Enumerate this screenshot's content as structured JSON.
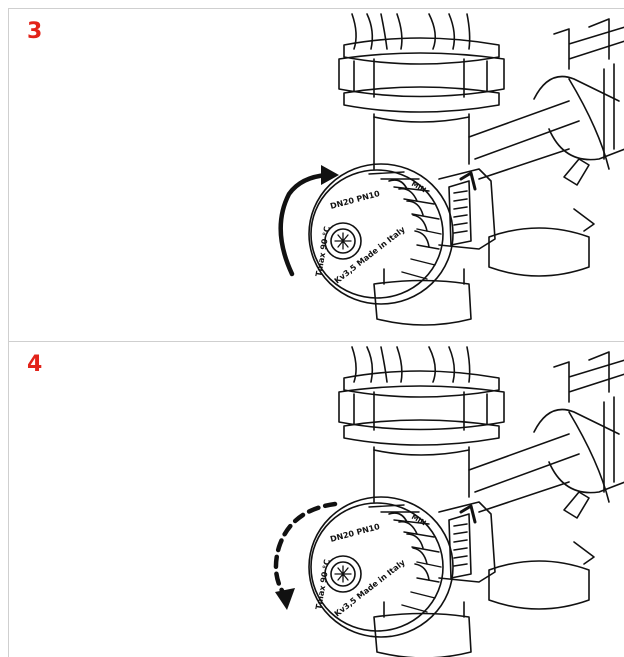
{
  "steps": [
    {
      "number": "3",
      "arrow": "solid-curved-arrow",
      "dial_text": {
        "top": "DN20 PN10",
        "left": "Tmax 90 °C",
        "bottom": "Kv3,5 Made in Italy",
        "side": "MIN"
      }
    },
    {
      "number": "4",
      "arrow": "dashed-curved-arrow",
      "dial_text": {
        "top": "DN20 PN10",
        "left": "Tmax 90 °C",
        "bottom": "Kv3,5 Made in Italy",
        "side": "MIN"
      }
    }
  ],
  "colors": {
    "step_number": "#e2231a",
    "line": "#111111",
    "border": "#cfcfcf"
  }
}
